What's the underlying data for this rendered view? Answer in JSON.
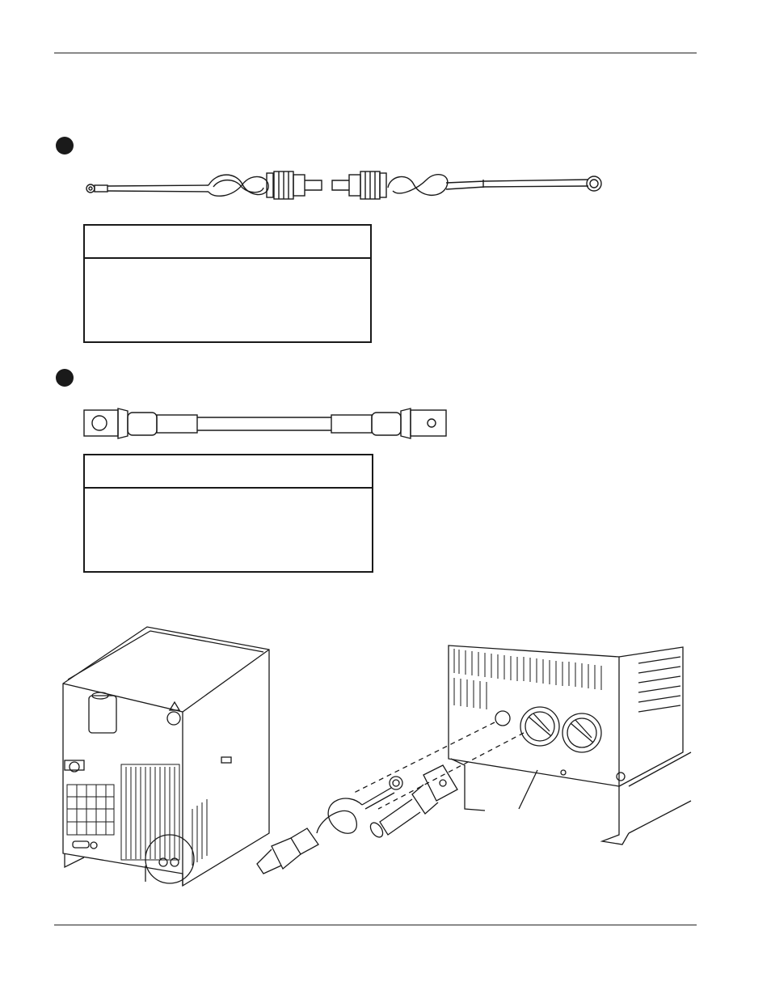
{
  "page": {
    "header_rule": true,
    "footer_rule": true
  },
  "sections": [
    {
      "id": "lead-ground-cable",
      "table": {
        "header": "",
        "rows": []
      }
    },
    {
      "id": "power-cable",
      "table": {
        "header": "",
        "rows": []
      }
    }
  ],
  "figure": {
    "callout": "circle-detail"
  },
  "colors": {
    "line": "#1a1a1a",
    "paper": "#ffffff"
  }
}
